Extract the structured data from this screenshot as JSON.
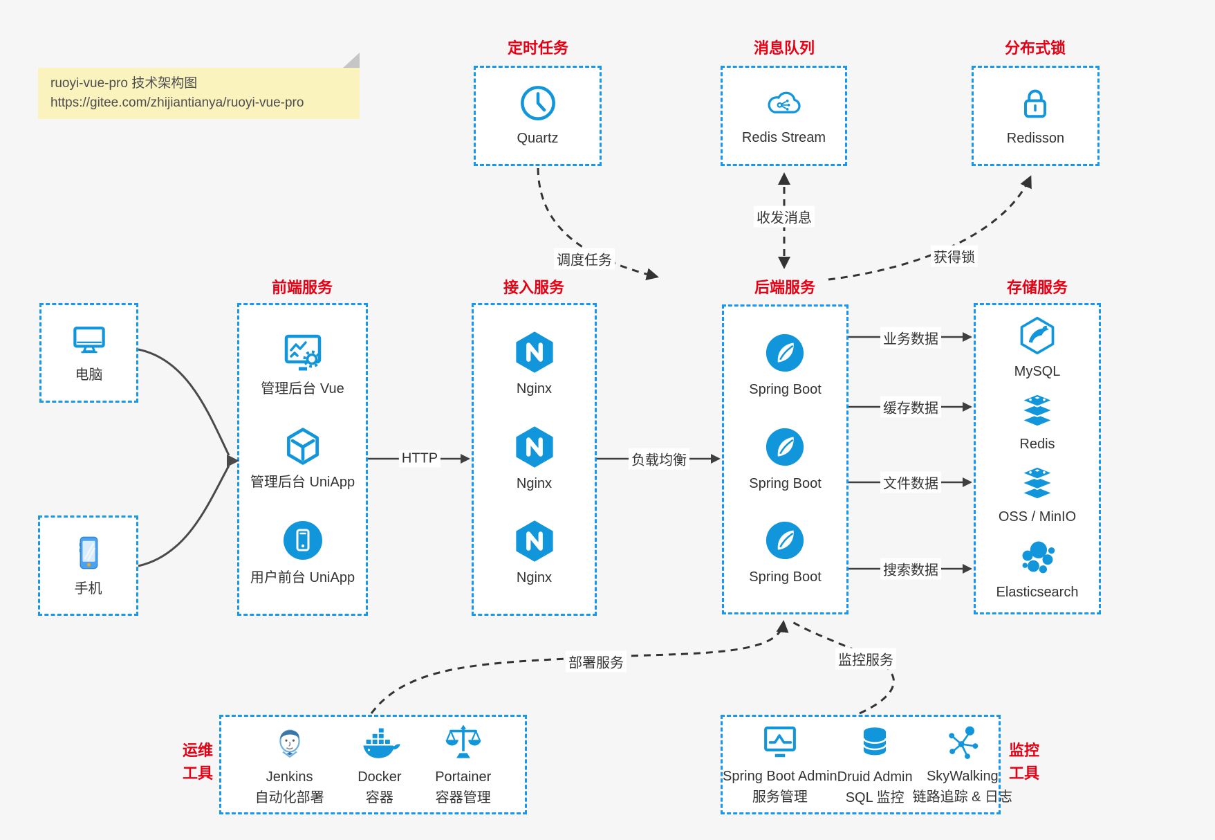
{
  "note": {
    "line1": "ruoyi-vue-pro 技术架构图",
    "line2": "https://gitee.com/zhijiantianya/ruoyi-vue-pro"
  },
  "colors": {
    "icon_blue": "#1296db",
    "border_blue": "#1797ef",
    "title_red": "#e60014",
    "arrow_dark": "#3a3a3a",
    "note_yellow": "#faf3be",
    "background": "#f6f6f6"
  },
  "icons": {
    "scheduled_task": "clock-icon",
    "message_queue": "cloud-stream-icon",
    "distributed_lock": "lock-icon",
    "pc": "desktop-icon",
    "mobile": "smartphone-icon",
    "admin_vue": "screen-gear-icon",
    "admin_uniapp": "cube-icon",
    "user_uniapp": "phone-circle-icon",
    "nginx": "nginx-hexagon-icon",
    "spring_boot": "spring-leaf-icon",
    "mysql": "mysql-dolphin-icon",
    "redis": "layer-stack-icon",
    "oss": "layer-stack-icon",
    "elasticsearch": "cluster-icon",
    "jenkins": "jenkins-butler-icon",
    "docker": "docker-whale-icon",
    "portainer": "scales-icon",
    "spring_boot_admin": "monitor-pulse-icon",
    "druid": "database-icon",
    "skywalking": "node-hub-icon"
  },
  "top": [
    {
      "title": "定时任务",
      "label": "Quartz"
    },
    {
      "title": "消息队列",
      "label": "Redis Stream"
    },
    {
      "title": "分布式锁",
      "label": "Redisson"
    }
  ],
  "clients": [
    {
      "label": "电脑"
    },
    {
      "label": "手机"
    }
  ],
  "columns": [
    {
      "title": "前端服务",
      "items": [
        {
          "label": "管理后台 Vue"
        },
        {
          "label": "管理后台 UniApp"
        },
        {
          "label": "用户前台 UniApp"
        }
      ]
    },
    {
      "title": "接入服务",
      "items": [
        {
          "label": "Nginx"
        },
        {
          "label": "Nginx"
        },
        {
          "label": "Nginx"
        }
      ]
    },
    {
      "title": "后端服务",
      "items": [
        {
          "label": "Spring Boot"
        },
        {
          "label": "Spring Boot"
        },
        {
          "label": "Spring Boot"
        }
      ]
    },
    {
      "title": "存储服务",
      "items": [
        {
          "label": "MySQL"
        },
        {
          "label": "Redis"
        },
        {
          "label": "OSS / MinIO"
        },
        {
          "label": "Elasticsearch"
        }
      ]
    }
  ],
  "bottom": [
    {
      "title_line1": "运维",
      "title_line2": "工具",
      "items": [
        {
          "label": "Jenkins",
          "sublabel": "自动化部署"
        },
        {
          "label": "Docker",
          "sublabel": "容器"
        },
        {
          "label": "Portainer",
          "sublabel": "容器管理"
        }
      ]
    },
    {
      "title_line1": "监控",
      "title_line2": "工具",
      "items": [
        {
          "label": "Spring Boot Admin",
          "sublabel": "服务管理"
        },
        {
          "label": "Druid Admin",
          "sublabel": "SQL 监控"
        },
        {
          "label": "SkyWalking",
          "sublabel": "链路追踪 & 日志"
        }
      ]
    }
  ],
  "edges": {
    "http": "HTTP",
    "load_balance": "负载均衡",
    "business_data": "业务数据",
    "cache_data": "缓存数据",
    "file_data": "文件数据",
    "search_data": "搜索数据",
    "schedule_task": "调度任务",
    "send_receive_message": "收发消息",
    "acquire_lock": "获得锁",
    "deploy_service": "部署服务",
    "monitor_service": "监控服务"
  }
}
